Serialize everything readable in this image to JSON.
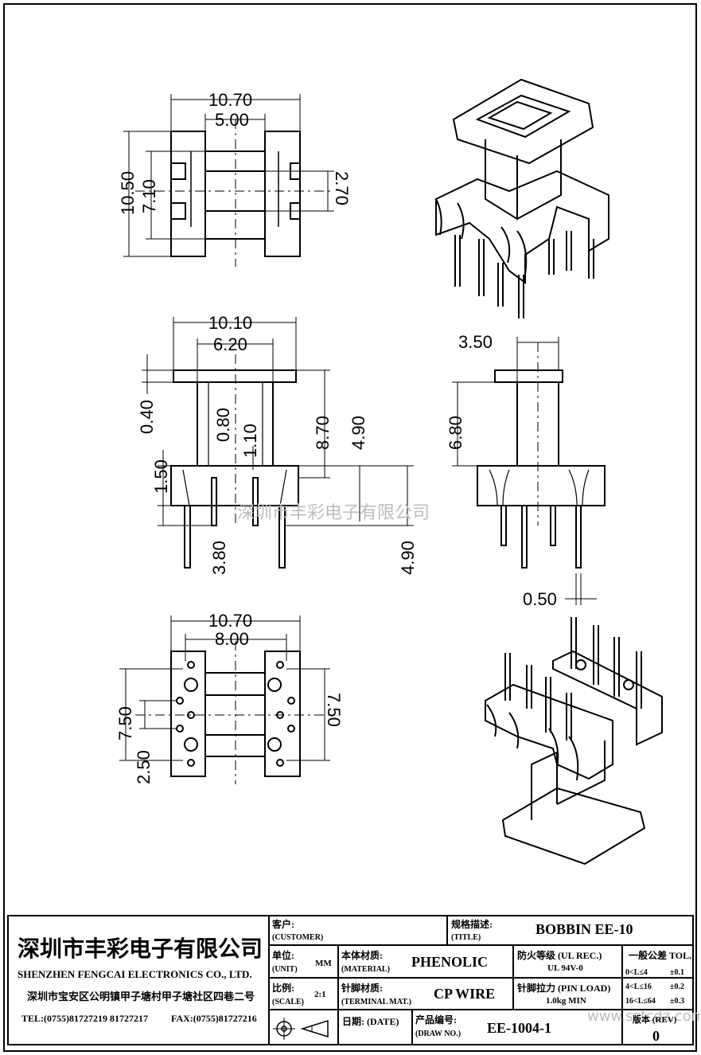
{
  "dimensions": {
    "top_width": "10.70",
    "top_inner": "5.00",
    "top_height": "10.50",
    "top_inner_height": "7.10",
    "top_slot": "2.70",
    "front_width": "10.10",
    "front_inner": "6.20",
    "front_flange": "0.40",
    "front_base": "1.50",
    "front_wall": "0.80",
    "front_core": "1.10",
    "front_height": "8.70",
    "front_pin_len": "4.90",
    "front_pin_down": "3.80",
    "front_pin_len2": "4.90",
    "side_width": "3.50",
    "side_height": "6.80",
    "side_pin": "0.50",
    "bottom_width": "10.70",
    "bottom_inner": "8.00",
    "bottom_height": "7.50",
    "bottom_pitch": "2.50",
    "bottom_height_r": "7.50"
  },
  "watermark": {
    "center": "深圳市丰彩电子有限公司",
    "footer": "www.szfcdz.com"
  },
  "title_block": {
    "company_cn": "深圳市丰彩电子有限公司",
    "company_en": "SHENZHEN FENGCAI ELECTRONICS CO., LTD.",
    "address": "深圳市宝安区公明镇甲子塘村甲子塘社区四巷二号",
    "phone": "TEL:(0755)81727219  81727217",
    "fax": "FAX:(0755)81727216",
    "customer_label_cn": "客户:",
    "customer_label_en": "(CUSTOMER)",
    "title_label_cn": "规格描述:",
    "title_label_en": "(TITLE)",
    "title_value": "BOBBIN EE-10",
    "unit_label_cn": "单位:",
    "unit_label_en": "(UNIT)",
    "unit_value": "MM",
    "material_label_cn": "本体材质:",
    "material_label_en": "(MATERIAL)",
    "material_value": "PHENOLIC",
    "fire_label": "防火等级 (UL REC.)",
    "fire_value": "UL 94V-0",
    "tol_label": "一般公差 TOL.",
    "tol_rows": [
      {
        "range": "0<L≤4",
        "value": "±0.1"
      },
      {
        "range": "4<L≤16",
        "value": "±0.2"
      },
      {
        "range": "16<L≤64",
        "value": "±0.3"
      }
    ],
    "scale_label_cn": "比例:",
    "scale_label_en": "(SCALE)",
    "scale_value": "2:1",
    "terminal_label_cn": "针脚材质:",
    "terminal_label_en": "(TERMINAL MAT.)",
    "terminal_value": "CP WIRE",
    "pin_load_label": "针脚拉力 (PIN LOAD)",
    "pin_load_value": "1.0kg MIN",
    "date_label": "日期: (DATE)",
    "draw_label_cn": "产品编号:",
    "draw_label_en": "(DRAW NO.)",
    "draw_value": "EE-1004-1",
    "version_label": "版本 (REV)",
    "version_value": "0"
  }
}
